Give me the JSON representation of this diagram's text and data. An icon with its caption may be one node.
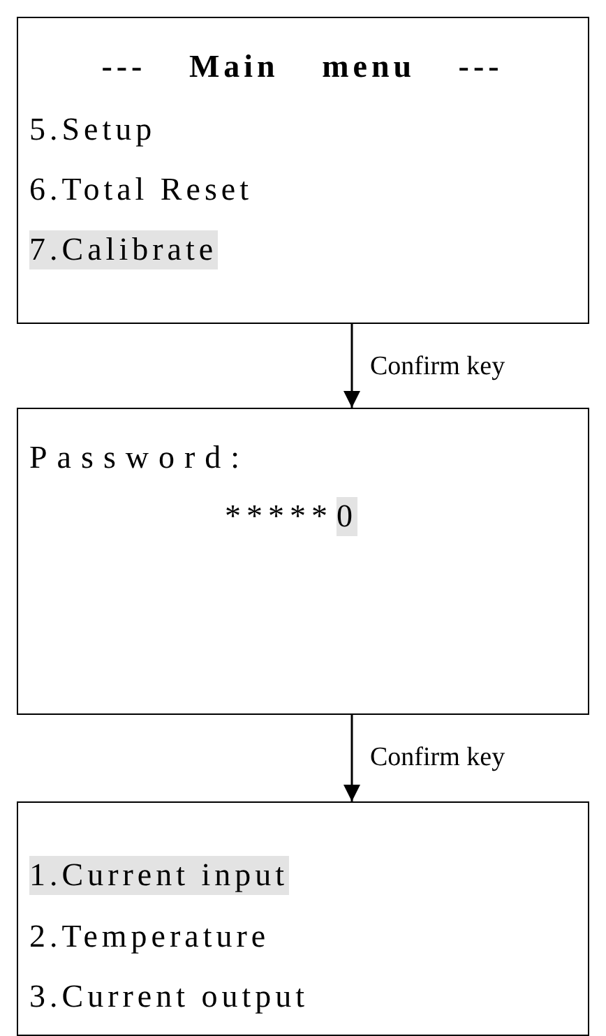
{
  "diagram": {
    "nodes": [
      {
        "text": [
          "--- Main menu ---",
          "5.Setup",
          "6.Total Reset",
          "7.Calibrate"
        ]
      },
      {
        "text": [
          "Password:",
          "*****",
          "0"
        ]
      },
      {
        "text": [
          "1.Current input",
          "2.Temperature",
          "3.Current output"
        ]
      }
    ],
    "edges": [
      {
        "from": 0,
        "to": 1,
        "arrow": "to",
        "label": "Confirm key"
      },
      {
        "from": 1,
        "to": 2,
        "arrow": "to",
        "label": "Confirm key"
      }
    ]
  }
}
